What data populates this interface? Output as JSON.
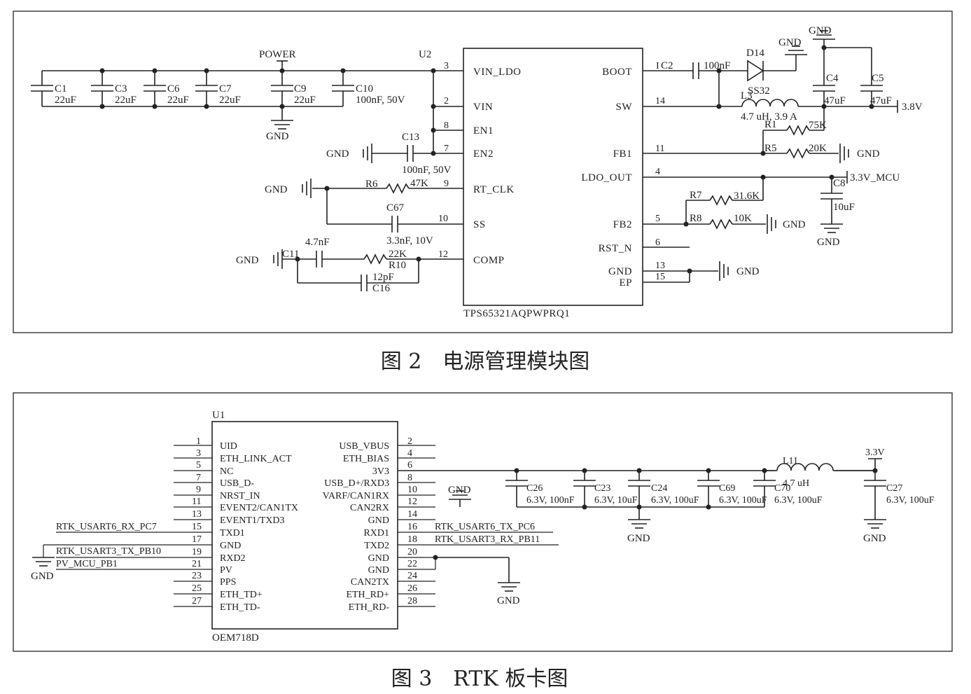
{
  "fig2": {
    "caption": "图 2　电源管理模块图",
    "ic_ref": "U2",
    "ic_part": "TPS65321AQPWPRQ1",
    "power_label": "POWER",
    "gnd": "GND",
    "left_pins": [
      {
        "num": "3",
        "name": "VIN_LDO"
      },
      {
        "num": "2",
        "name": "VIN"
      },
      {
        "num": "8",
        "name": "EN1"
      },
      {
        "num": "7",
        "name": "EN2"
      },
      {
        "num": "9",
        "name": "RT_CLK"
      },
      {
        "num": "10",
        "name": "SS"
      },
      {
        "num": "12",
        "name": "COMP"
      }
    ],
    "right_pins": [
      {
        "num": "",
        "name": "BOOT"
      },
      {
        "num": "14",
        "name": "SW"
      },
      {
        "num": "11",
        "name": "FB1"
      },
      {
        "num": "4",
        "name": "LDO_OUT"
      },
      {
        "num": "5",
        "name": "FB2"
      },
      {
        "num": "6",
        "name": "RST_N"
      },
      {
        "num": "13",
        "name": "GND"
      },
      {
        "num": "15",
        "name": "EP"
      }
    ],
    "input_caps": [
      {
        "ref": "C1",
        "value": "22uF"
      },
      {
        "ref": "C3",
        "value": "22uF"
      },
      {
        "ref": "C6",
        "value": "22uF"
      },
      {
        "ref": "C7",
        "value": "22uF"
      },
      {
        "ref": "C9",
        "value": "22uF"
      },
      {
        "ref": "C10",
        "value": "100nF, 50V"
      }
    ],
    "c13": {
      "ref": "C13",
      "value": "100nF, 50V"
    },
    "r6": {
      "ref": "R6",
      "value": "47K"
    },
    "c67": {
      "ref": "C67",
      "value": "3.3nF, 10V"
    },
    "c11": {
      "ref": "C11",
      "value": "4.7nF"
    },
    "r10": {
      "ref": "R10",
      "value": "22K"
    },
    "c16": {
      "ref": "C16",
      "value": "12pF"
    },
    "c2": {
      "ref": "C2",
      "value": "100nF",
      "prefix": "I"
    },
    "d14": {
      "ref": "D14",
      "part": "SS32"
    },
    "l3": {
      "ref": "L3",
      "value": "4.7 uH, 3.9 A"
    },
    "c4": {
      "ref": "C4",
      "value": "47uF"
    },
    "c5": {
      "ref": "C5",
      "value": "47uF"
    },
    "v38": "3.8V",
    "r1": {
      "ref": "R1",
      "value": "75K"
    },
    "r5": {
      "ref": "R5",
      "value": "20K"
    },
    "v33mcu": "3.3V_MCU",
    "c8": {
      "ref": "C8",
      "value": "10uF"
    },
    "r7": {
      "ref": "R7",
      "value": "31.6K"
    },
    "r8": {
      "ref": "R8",
      "value": "10K"
    }
  },
  "fig3": {
    "caption": "图 3　RTK 板卡图",
    "ic_ref": "U1",
    "ic_part": "OEM718D",
    "gnd": "GND",
    "left_pins": [
      {
        "num": "1",
        "name": "UID"
      },
      {
        "num": "3",
        "name": "ETH_LINK_ACT"
      },
      {
        "num": "5",
        "name": "NC"
      },
      {
        "num": "7",
        "name": "USB_D-"
      },
      {
        "num": "9",
        "name": "NRST_IN"
      },
      {
        "num": "11",
        "name": "EVENT2/CAN1TX"
      },
      {
        "num": "13",
        "name": "EVENT1/TXD3"
      },
      {
        "num": "15",
        "name": "TXD1"
      },
      {
        "num": "17",
        "name": "GND"
      },
      {
        "num": "19",
        "name": "RXD2"
      },
      {
        "num": "21",
        "name": "PV"
      },
      {
        "num": "23",
        "name": "PPS"
      },
      {
        "num": "25",
        "name": "ETH_TD+"
      },
      {
        "num": "27",
        "name": "ETH_TD-"
      }
    ],
    "right_pins": [
      {
        "num": "2",
        "name": "USB_VBUS"
      },
      {
        "num": "4",
        "name": "ETH_BIAS"
      },
      {
        "num": "6",
        "name": "3V3"
      },
      {
        "num": "8",
        "name": "USB_D+/RXD3"
      },
      {
        "num": "10",
        "name": "VARF/CAN1RX"
      },
      {
        "num": "12",
        "name": "CAN2RX"
      },
      {
        "num": "14",
        "name": "GND"
      },
      {
        "num": "16",
        "name": "RXD1"
      },
      {
        "num": "18",
        "name": "TXD2"
      },
      {
        "num": "20",
        "name": "GND"
      },
      {
        "num": "22",
        "name": "GND"
      },
      {
        "num": "24",
        "name": "CAN2TX"
      },
      {
        "num": "26",
        "name": "ETH_RD+"
      },
      {
        "num": "28",
        "name": "ETH_RD-"
      }
    ],
    "nets": {
      "tx_pc7": "RTK_USART6_RX_PC7",
      "pb10": "RTK_USART3_TX_PB10",
      "pb1": "PV_MCU_PB1",
      "pc6": "RTK_USART6_TX_PC6",
      "pb11": "RTK_USART3_RX_PB11"
    },
    "caps": [
      {
        "ref": "C26",
        "value": "6.3V, 100nF"
      },
      {
        "ref": "C23",
        "value": "6.3V, 10uF"
      },
      {
        "ref": "C24",
        "value": "6.3V, 100uF"
      },
      {
        "ref": "C69",
        "value": "6.3V, 100uF"
      },
      {
        "ref": "C70",
        "value": "6.3V, 100uF"
      }
    ],
    "l11": {
      "ref": "L11",
      "value": "4.7 uH"
    },
    "c27": {
      "ref": "C27",
      "value": "6.3V, 100uF"
    },
    "v33": "3.3V"
  }
}
